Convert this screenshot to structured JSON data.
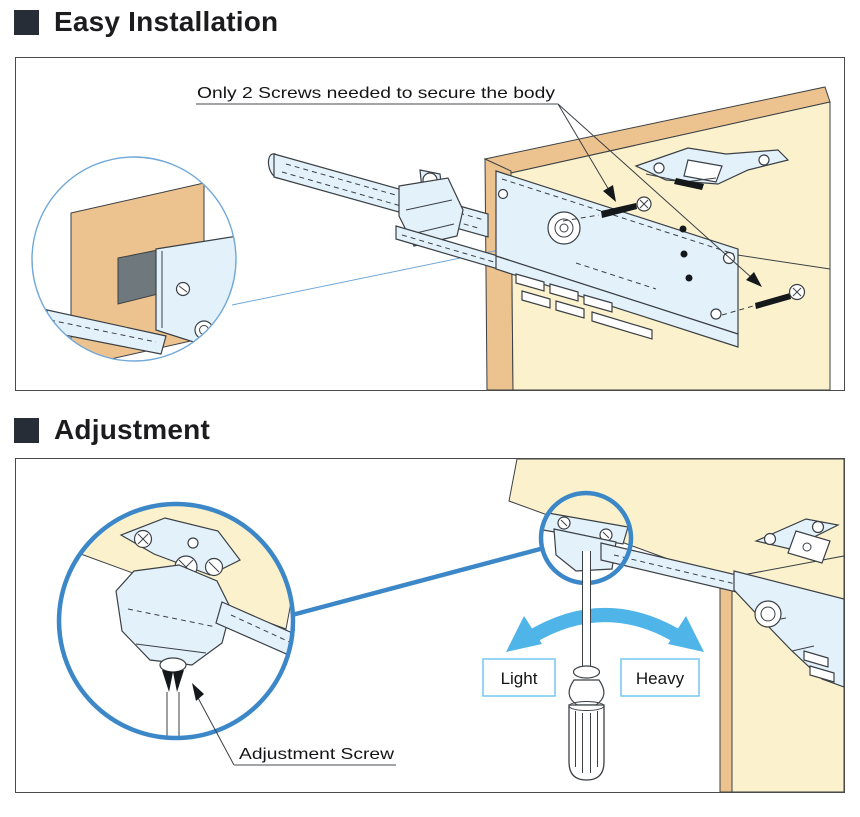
{
  "headings": {
    "installation": "Easy Installation",
    "adjustment": "Adjustment"
  },
  "installation_panel": {
    "callout": "Only 2 Screws needed to secure the body"
  },
  "adjustment_panel": {
    "screw_label": "Adjustment Screw",
    "light_label": "Light",
    "heavy_label": "Heavy"
  },
  "colors": {
    "wood_edge_tan": "#ecc28e",
    "wood_face_cream": "#fbf2cd",
    "device_body_blue": "#e3f1fb",
    "recess_gray": "#6f797d",
    "magnifier_circle_thin": "#70a8d8",
    "magnifier_circle_thick": "#3c87c8",
    "rotation_arrow_blue": "#4fb4e8",
    "label_box_border": "#74c9f0",
    "heading_square": "#272d36",
    "line_art": "#3b4045"
  }
}
